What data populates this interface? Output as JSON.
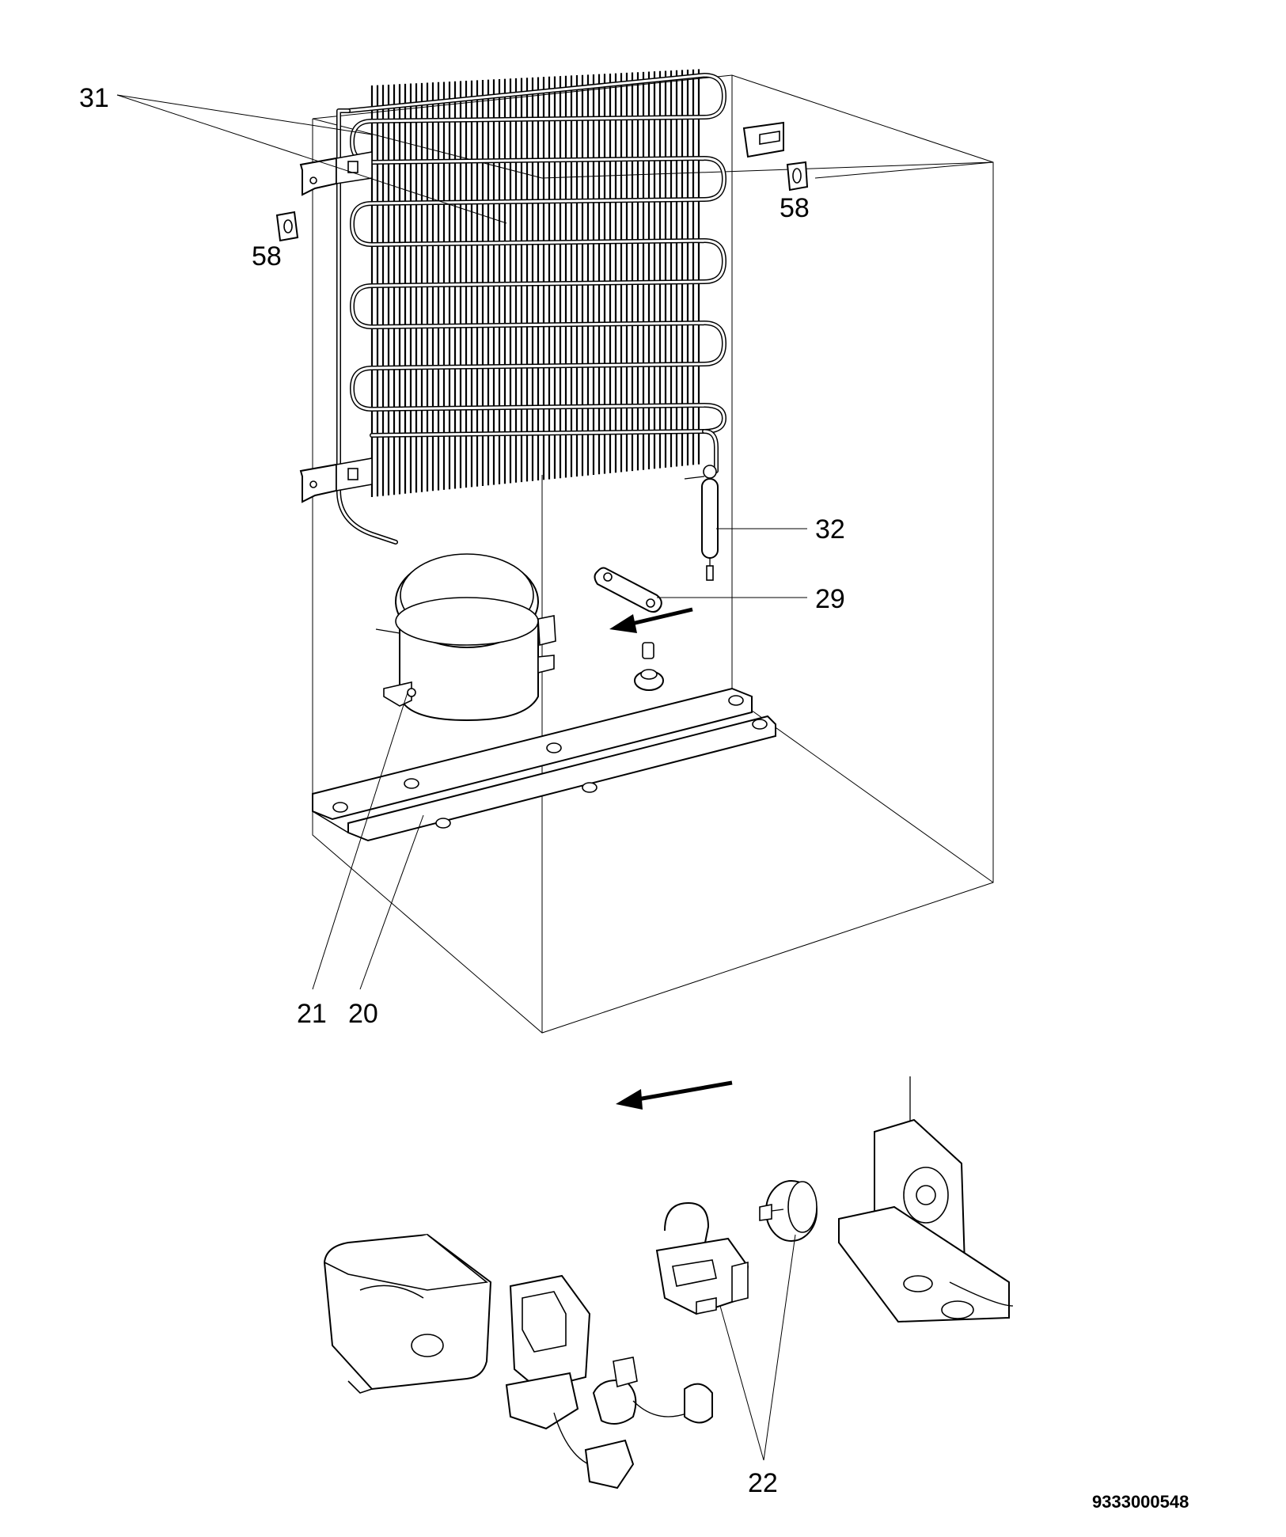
{
  "callouts": [
    {
      "id": "31",
      "label": "31"
    },
    {
      "id": "58a",
      "label": "58"
    },
    {
      "id": "58b",
      "label": "58"
    },
    {
      "id": "32",
      "label": "32"
    },
    {
      "id": "29",
      "label": "29"
    },
    {
      "id": "21",
      "label": "21"
    },
    {
      "id": "20",
      "label": "20"
    },
    {
      "id": "22",
      "label": "22"
    }
  ],
  "document_number": "9333000548"
}
